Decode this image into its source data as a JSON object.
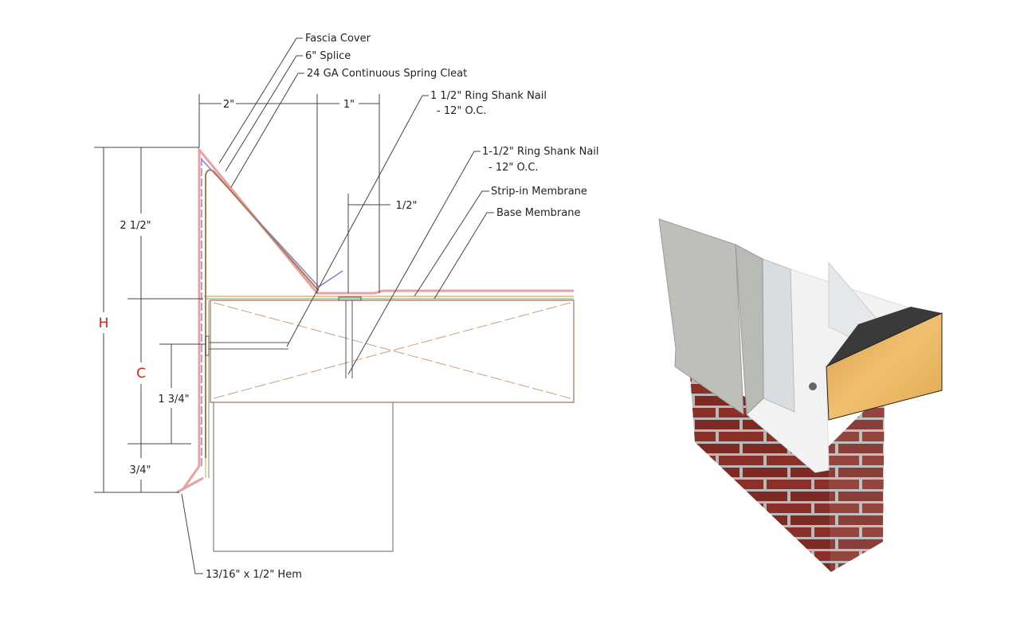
{
  "labels": {
    "fascia_cover": "Fascia Cover",
    "splice": "6\" Splice",
    "spring_cleat": "24 GA Continuous Spring Cleat",
    "nail_1_line1": "1 1/2\" Ring Shank Nail",
    "nail_1_line2": "- 12\" O.C.",
    "nail_2_line1": "1-1/2\" Ring Shank Nail",
    "nail_2_line2": "- 12\" O.C.",
    "strip_in": "Strip-in Membrane",
    "base_membrane": "Base Membrane",
    "hem": "13/16\" x 1/2\" Hem"
  },
  "dimensions": {
    "width_top": "2\"",
    "width_offset": "1\"",
    "nail_offset": "1/2\"",
    "upper_height": "2 1/2\"",
    "total_height": "H",
    "face_height": "C",
    "nail_height": "1 3/4\"",
    "hem_drop": "3/4\""
  },
  "colors": {
    "fascia": "#e8a0a0",
    "cleat": "#b07a4a",
    "splice": "#8080e0",
    "accent_red": "#e02020",
    "brick": "#8a3028",
    "wood": "#e6b060"
  }
}
